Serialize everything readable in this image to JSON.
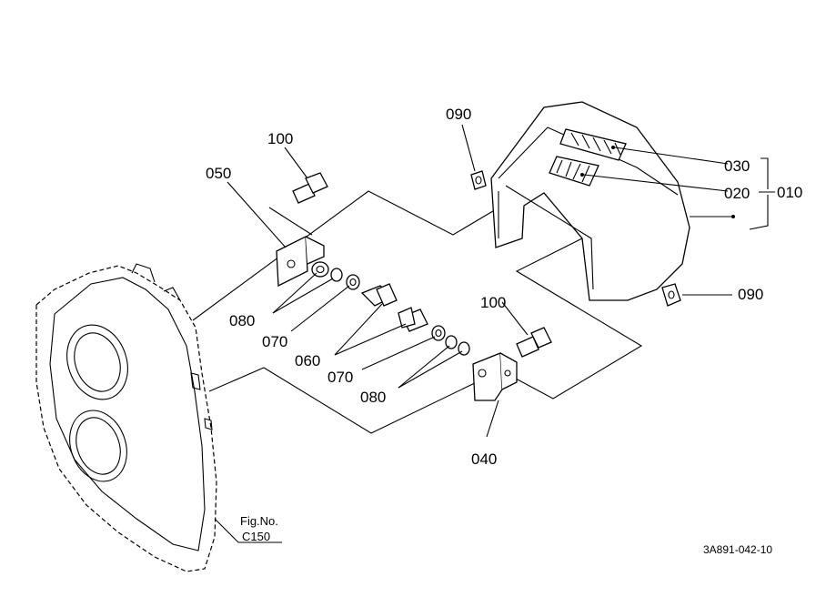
{
  "labels": {
    "p100_top": "100",
    "p050": "050",
    "p080_left": "080",
    "p070_left": "070",
    "p060": "060",
    "p070_mid": "070",
    "p080_mid": "080",
    "p100_bottom": "100",
    "p040": "040",
    "p090_top": "090",
    "p090_right": "090",
    "p030": "030",
    "p020": "020",
    "p010": "010"
  },
  "reference": {
    "fig_label": "Fig.No.",
    "fig_number": "C150"
  },
  "drawing_code": "3A891-042-10"
}
